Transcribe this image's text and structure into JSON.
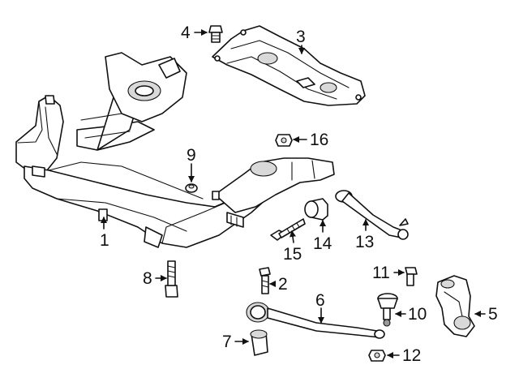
{
  "diagram": {
    "background": "#ffffff",
    "line_color": "#111111",
    "callouts": [
      {
        "id": "1",
        "label": "1"
      },
      {
        "id": "2",
        "label": "2"
      },
      {
        "id": "3",
        "label": "3"
      },
      {
        "id": "4",
        "label": "4"
      },
      {
        "id": "5",
        "label": "5"
      },
      {
        "id": "6",
        "label": "6"
      },
      {
        "id": "7",
        "label": "7"
      },
      {
        "id": "8",
        "label": "8"
      },
      {
        "id": "9",
        "label": "9"
      },
      {
        "id": "10",
        "label": "10"
      },
      {
        "id": "11",
        "label": "11"
      },
      {
        "id": "12",
        "label": "12"
      },
      {
        "id": "13",
        "label": "13"
      },
      {
        "id": "14",
        "label": "14"
      },
      {
        "id": "15",
        "label": "15"
      },
      {
        "id": "16",
        "label": "16"
      }
    ]
  }
}
